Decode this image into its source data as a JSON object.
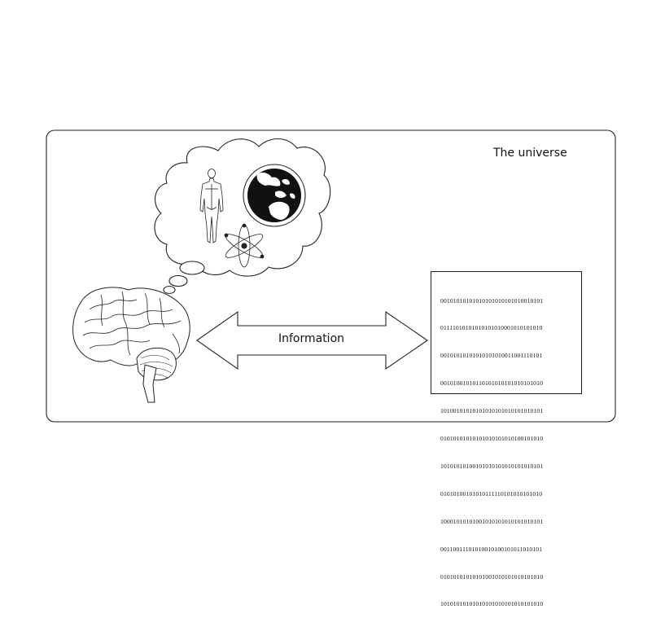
{
  "diagram": {
    "universe_label": "The universe",
    "arrow_label": "Information",
    "binary_lines": [
      "00101010101010101010101010010101",
      "01111010101010101010001010101010",
      "00101010101010101010011001110101",
      "00101001010110101010101010101010",
      "10100101010101010101010101010101",
      "01010101010101010101010100101010",
      "10101010100101010101010101010101",
      "01010100101010111110101010101010",
      "10001010101001010101010101010101",
      "00110011101010010100101011010101",
      "01010101010101001010101010101010",
      "10101010101010101010101010101010"
    ],
    "colors": {
      "stroke": "#222222",
      "fill": "#ffffff",
      "earth": "#111111"
    },
    "icons": [
      "brain-icon",
      "human-figure-icon",
      "earth-globe-icon",
      "atom-icon"
    ]
  }
}
